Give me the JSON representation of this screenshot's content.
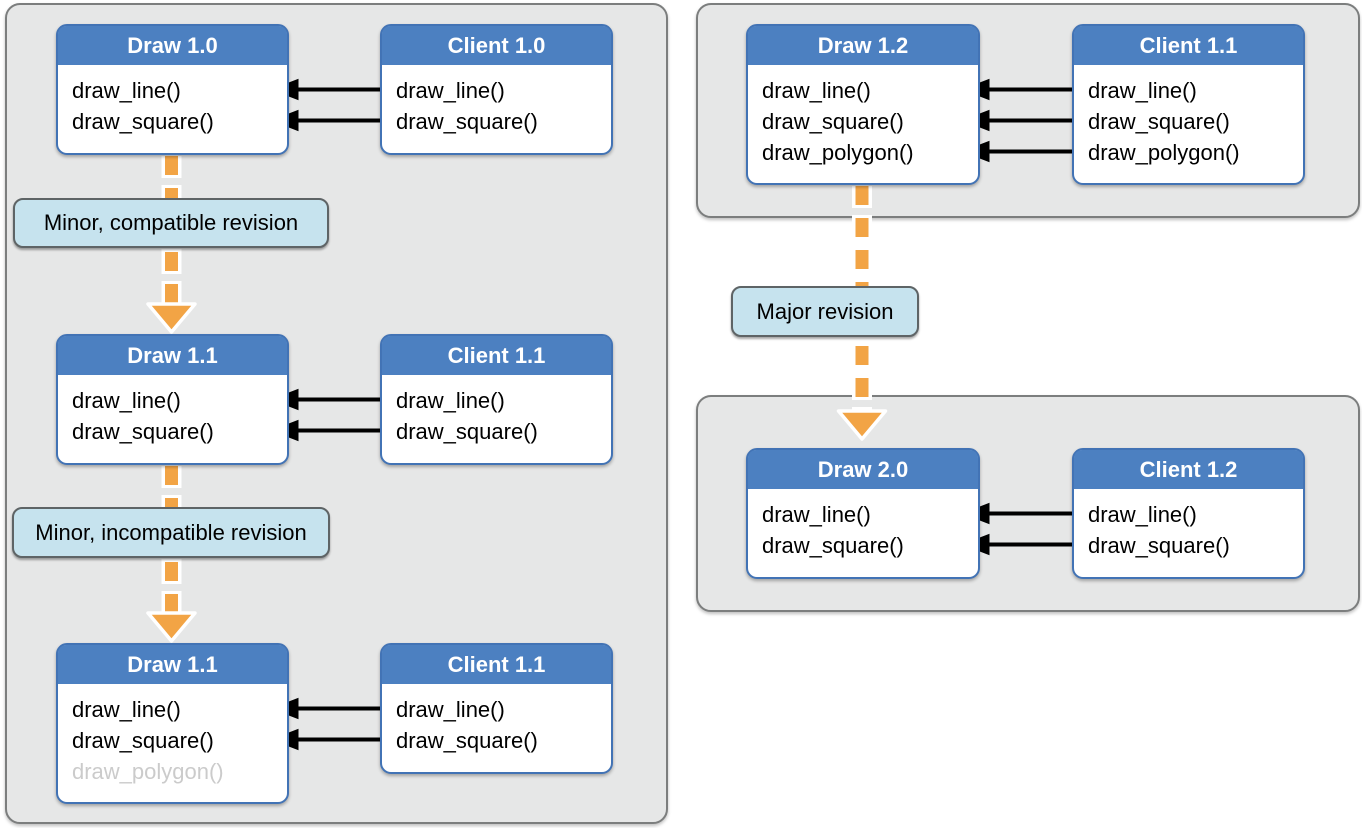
{
  "colors": {
    "panel-bg": "#e6e7e7",
    "panel-border": "#7c7e7e",
    "box-blue": "#4c80c1",
    "box-border": "#4273b5",
    "label-bg": "#c6e3ee",
    "label-border": "#5e6466",
    "orange": "#f2a445",
    "disabled": "#cbcbcb",
    "arrow": "#000000"
  },
  "boxes": [
    {
      "title": "Draw 1.0",
      "functions": [
        "draw_line()",
        "draw_square()"
      ]
    },
    {
      "title": "Client 1.0",
      "functions": [
        "draw_line()",
        "draw_square()"
      ]
    },
    {
      "title": "Draw 1.1",
      "functions": [
        "draw_line()",
        "draw_square()"
      ]
    },
    {
      "title": "Client 1.1",
      "functions": [
        "draw_line()",
        "draw_square()"
      ]
    },
    {
      "title": "Draw 1.1",
      "functions": [
        "draw_line()",
        "draw_square()"
      ],
      "disabled_function": "draw_polygon()"
    },
    {
      "title": "Client 1.1",
      "functions": [
        "draw_line()",
        "draw_square()"
      ]
    },
    {
      "title": "Draw 1.2",
      "functions": [
        "draw_line()",
        "draw_square()",
        "draw_polygon()"
      ]
    },
    {
      "title": "Client 1.1",
      "functions": [
        "draw_line()",
        "draw_square()",
        "draw_polygon()"
      ]
    },
    {
      "title": "Draw 2.0",
      "functions": [
        "draw_line()",
        "draw_square()"
      ]
    },
    {
      "title": "Client 1.2",
      "functions": [
        "draw_line()",
        "draw_square()"
      ]
    }
  ],
  "labels": [
    {
      "text": "Minor, compatible revision"
    },
    {
      "text": "Minor, incompatible revision"
    },
    {
      "text": "Major revision"
    }
  ]
}
